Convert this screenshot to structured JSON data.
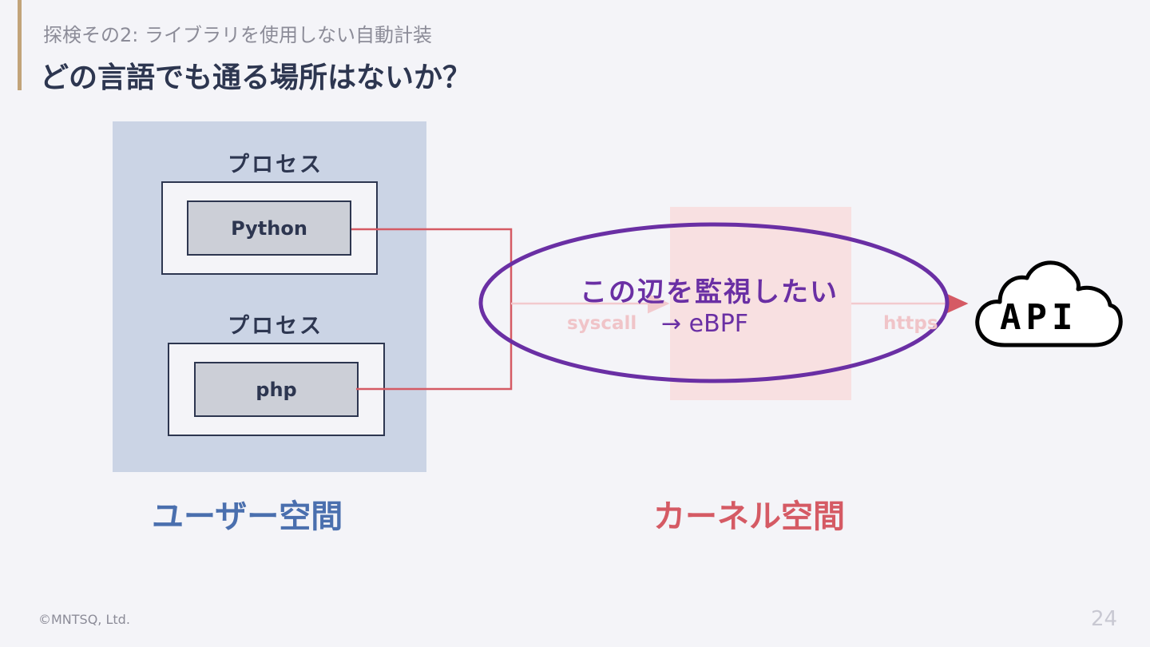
{
  "header": {
    "subtitle": "探検その2: ライブラリを使用しない自動計装",
    "title": "どの言語でも通る場所はないか？"
  },
  "diagram": {
    "process_label_1": "プロセス",
    "process_label_2": "プロセス",
    "lang_1": "Python",
    "lang_2": "php",
    "syscall_label": "syscall",
    "https_label": "https",
    "monitor_label": "この辺を監視したい",
    "ebpf_label": "→ eBPF",
    "api_label": "API",
    "user_space_label": "ユーザー空間",
    "kernel_space_label": "カーネル空間"
  },
  "colors": {
    "accent": "#c2a47a",
    "arrow": "#d55a64",
    "ellipse": "#6a2fa4",
    "user_space": "#cbd4e5",
    "kernel_space": "#f8dede"
  },
  "footer": {
    "copyright": "©MNTSQ, Ltd.",
    "page": "24"
  }
}
